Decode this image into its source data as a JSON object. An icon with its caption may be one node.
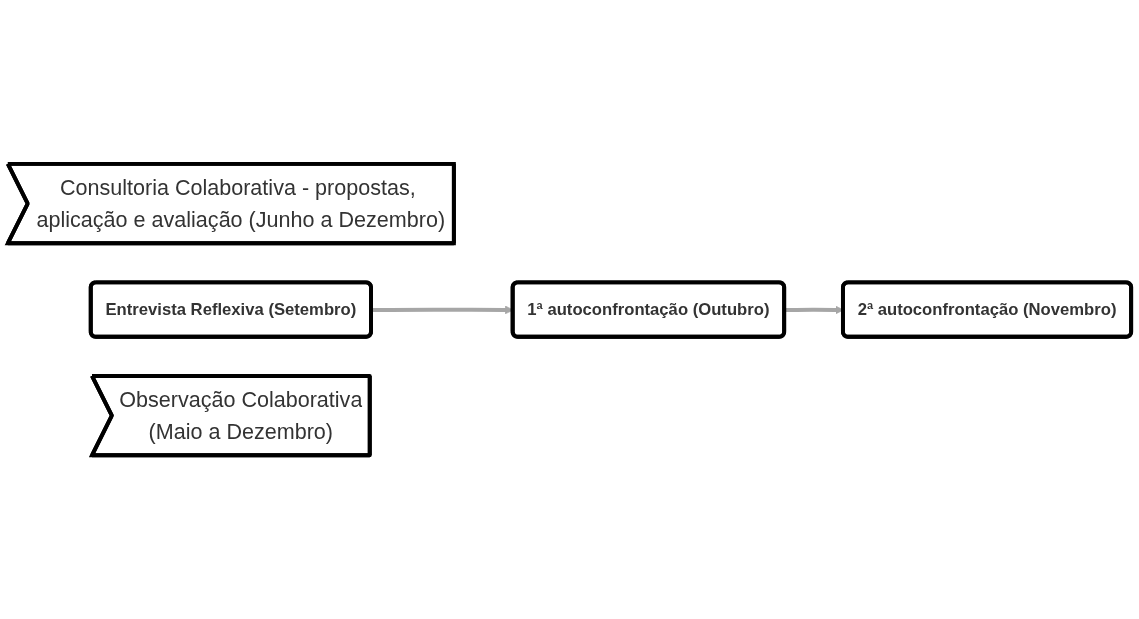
{
  "diagram": {
    "nodes": [
      {
        "text": [
          "Consultoria Colaborativa - propostas, aplicação e avaliação (Junho a Dezembro)"
        ]
      },
      {
        "text": [
          "Entrevista Reflexiva (Setembro)"
        ]
      },
      {
        "text": [
          "1ª autoconfrontação (Outubro)"
        ]
      },
      {
        "text": [
          "2ª autoconfrontação (Novembro)"
        ]
      },
      {
        "text": [
          "Observação Colaborativa",
          "(Maio a Dezembro)"
        ]
      }
    ],
    "edges": [
      {
        "from": 1,
        "to": 2,
        "arrow": "to"
      },
      {
        "from": 2,
        "to": 3,
        "arrow": "to"
      }
    ]
  }
}
